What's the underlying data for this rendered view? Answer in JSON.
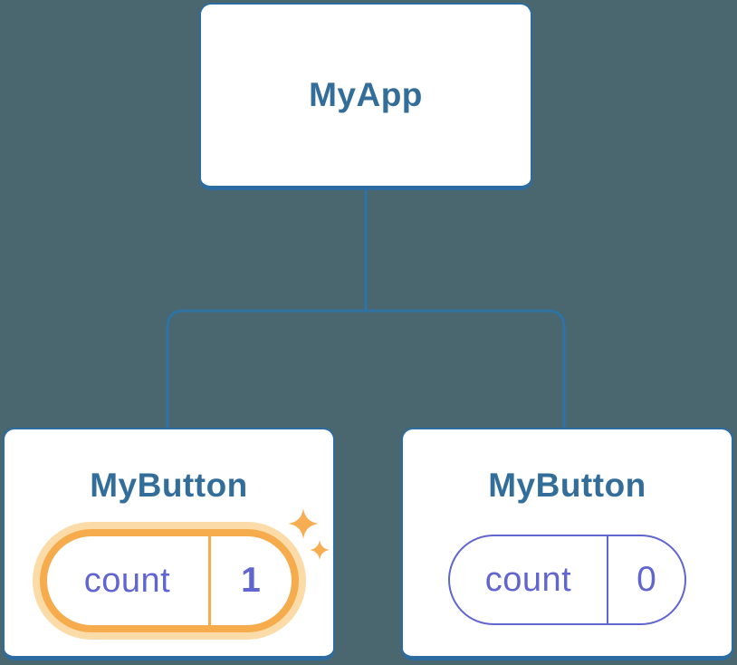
{
  "diagram": {
    "root": {
      "label": "MyApp"
    },
    "children": [
      {
        "label": "MyButton",
        "state": {
          "name": "count",
          "value": "1"
        },
        "highlighted": true
      },
      {
        "label": "MyButton",
        "state": {
          "name": "count",
          "value": "0"
        },
        "highlighted": false
      }
    ]
  },
  "colors": {
    "background": "#4A6770",
    "card_background": "#FFFFFF",
    "card_border": "#2D6CA0",
    "title_text": "#336E9B",
    "connector": "#2F72A4",
    "state_highlight": "#F6AC4D",
    "state_highlight_glow": "#FBDCA9",
    "sparkle": "#F7AD51",
    "state_accent": "#6165CF"
  }
}
